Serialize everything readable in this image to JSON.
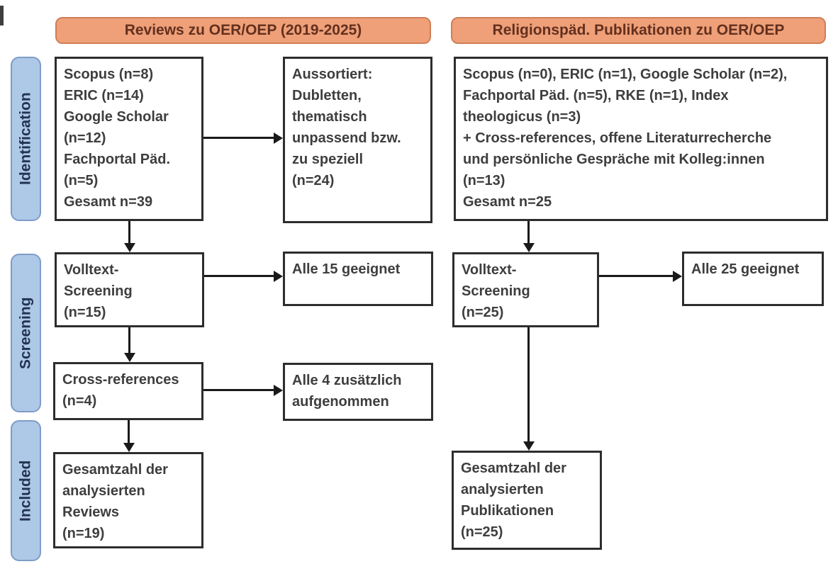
{
  "headers": [
    "Reviews zu OER/OEP (2019-2025)",
    "Religionspäd. Publikationen zu OER/OEP"
  ],
  "stages": [
    "Identification",
    "Screening",
    "Included"
  ],
  "boxes": {
    "left_sources": "Scopus (n=8)\nERIC (n=14)\nGoogle Scholar\n(n=12)\nFachportal Päd.\n(n=5)\nGesamt n=39",
    "left_excluded": "Aussortiert:\nDubletten,\nthematisch\nunpassend bzw.\nzu speziell\n(n=24)",
    "left_fulltext": "Volltext-\nScreening\n(n=15)",
    "left_eligible": "Alle 15 geeignet",
    "left_crossref": "Cross-references\n(n=4)",
    "left_added": "Alle 4 zusätzlich\naufgenommen",
    "left_total": "Gesamtzahl der\nanalysierten\nReviews\n(n=19)",
    "right_sources": "Scopus (n=0), ERIC (n=1), Google Scholar (n=2),\nFachportal Päd. (n=5), RKE (n=1), Index\ntheologicus (n=3)\n+ Cross-references, offene Literaturrecherche\nund persönliche Gespräche mit Kolleg:innen\n(n=13)\nGesamt n=25",
    "right_fulltext": "Volltext-\nScreening\n(n=25)",
    "right_eligible": "Alle 25 geeignet",
    "right_total": "Gesamtzahl der\nanalysierten\nPublikationen\n(n=25)"
  },
  "colors": {
    "header_fill": "#efa078",
    "header_border": "#cf7f58",
    "header_text": "#63301f",
    "stage_fill": "#aec8e8",
    "stage_border": "#7e9cc6",
    "stage_text": "#22334f",
    "box_border": "#2d2d2d",
    "box_text": "#3e3e3e",
    "arrow": "#1a1a1a"
  }
}
